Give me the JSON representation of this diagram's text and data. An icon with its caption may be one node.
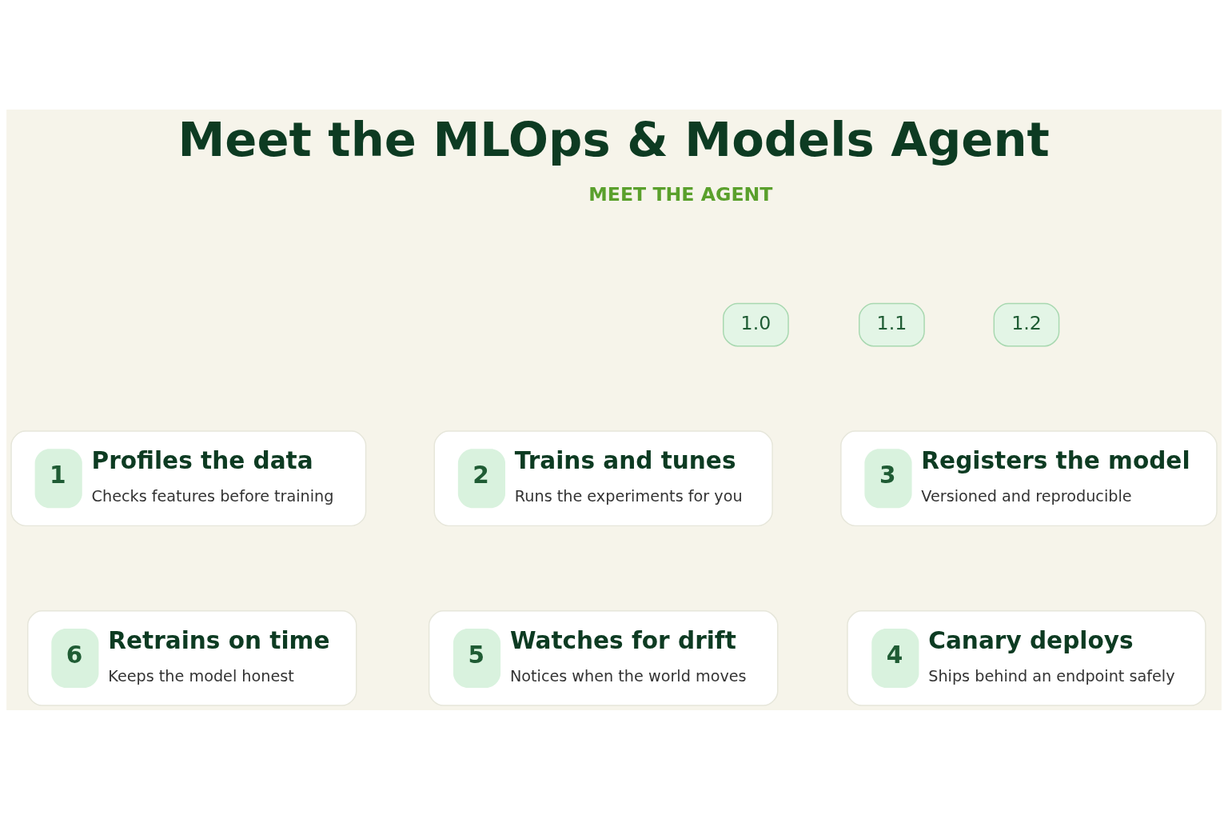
{
  "diagram": {
    "title": "Meet the MLOps & Models Agent",
    "nodes": [
      {
        "text": [
          "1",
          "Profiles the data",
          "Checks features before training"
        ]
      },
      {
        "text": [
          "2",
          "Trains and tunes",
          "Runs the experiments for you"
        ]
      },
      {
        "text": [
          "3",
          "Registers the model",
          "Versioned and reproducible"
        ]
      },
      {
        "text": [
          "4",
          "Canary deploys",
          "Ships behind an endpoint safely"
        ]
      },
      {
        "text": [
          "5",
          "Watches for drift",
          "Notices when the world moves"
        ]
      },
      {
        "text": [
          "6",
          "Retrains on time",
          "Keeps the model honest"
        ]
      }
    ],
    "labels": [
      "MEET THE AGENT",
      "1.0",
      "1.1",
      "1.2"
    ]
  }
}
